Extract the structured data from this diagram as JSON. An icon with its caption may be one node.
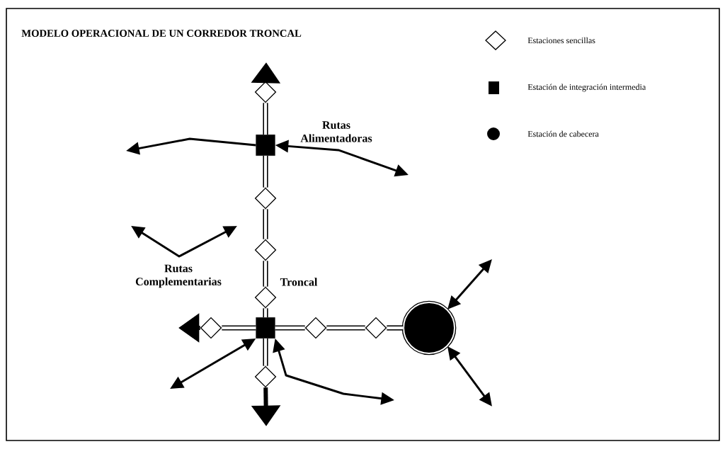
{
  "diagram": {
    "title": "MODELO OPERACIONAL DE UN CORREDOR TRONCAL",
    "nodes": [
      {
        "text": [],
        "shape": "diamond"
      },
      {
        "text": [],
        "shape": "box"
      },
      {
        "text": [],
        "shape": "diamond"
      },
      {
        "text": [],
        "shape": "diamond"
      },
      {
        "text": [],
        "shape": "diamond"
      },
      {
        "text": [],
        "shape": "diamond"
      },
      {
        "text": [],
        "shape": "box"
      },
      {
        "text": [],
        "shape": "diamond"
      },
      {
        "text": [],
        "shape": "diamond"
      },
      {
        "text": [],
        "shape": "circle"
      },
      {
        "text": [],
        "shape": "diamond"
      }
    ],
    "edges": [
      {
        "from": 0,
        "to": null,
        "arrow": "to"
      },
      {
        "from": 0,
        "to": 1,
        "arrow": "none"
      },
      {
        "from": 1,
        "to": 2,
        "arrow": "none"
      },
      {
        "from": 2,
        "to": 3,
        "arrow": "none"
      },
      {
        "from": 3,
        "to": 4,
        "arrow": "none"
      },
      {
        "from": 4,
        "to": 6,
        "arrow": "none"
      },
      {
        "from": 6,
        "to": 10,
        "arrow": "none"
      },
      {
        "from": 10,
        "to": null,
        "arrow": "to"
      },
      {
        "from": 5,
        "to": null,
        "arrow": "to"
      },
      {
        "from": 5,
        "to": 6,
        "arrow": "none"
      },
      {
        "from": 6,
        "to": 7,
        "arrow": "none"
      },
      {
        "from": 7,
        "to": 8,
        "arrow": "none"
      },
      {
        "from": 8,
        "to": 9,
        "arrow": "none"
      },
      {
        "from": 1,
        "to": null,
        "arrow": "to"
      },
      {
        "from": null,
        "to": 1,
        "arrow": "both"
      },
      {
        "from": null,
        "to": 6,
        "arrow": "both"
      },
      {
        "from": null,
        "to": 6,
        "arrow": "both"
      },
      {
        "from": null,
        "to": 9,
        "arrow": "both"
      },
      {
        "from": null,
        "to": 9,
        "arrow": "both"
      }
    ],
    "labels": [
      "Rutas Alimentadoras",
      "Rutas Complementarias",
      "Troncal"
    ],
    "legend": [
      {
        "text": "Estaciones sencillas"
      },
      {
        "text": "Estación de integración intermedia"
      },
      {
        "text": "Estación de cabecera"
      }
    ]
  }
}
